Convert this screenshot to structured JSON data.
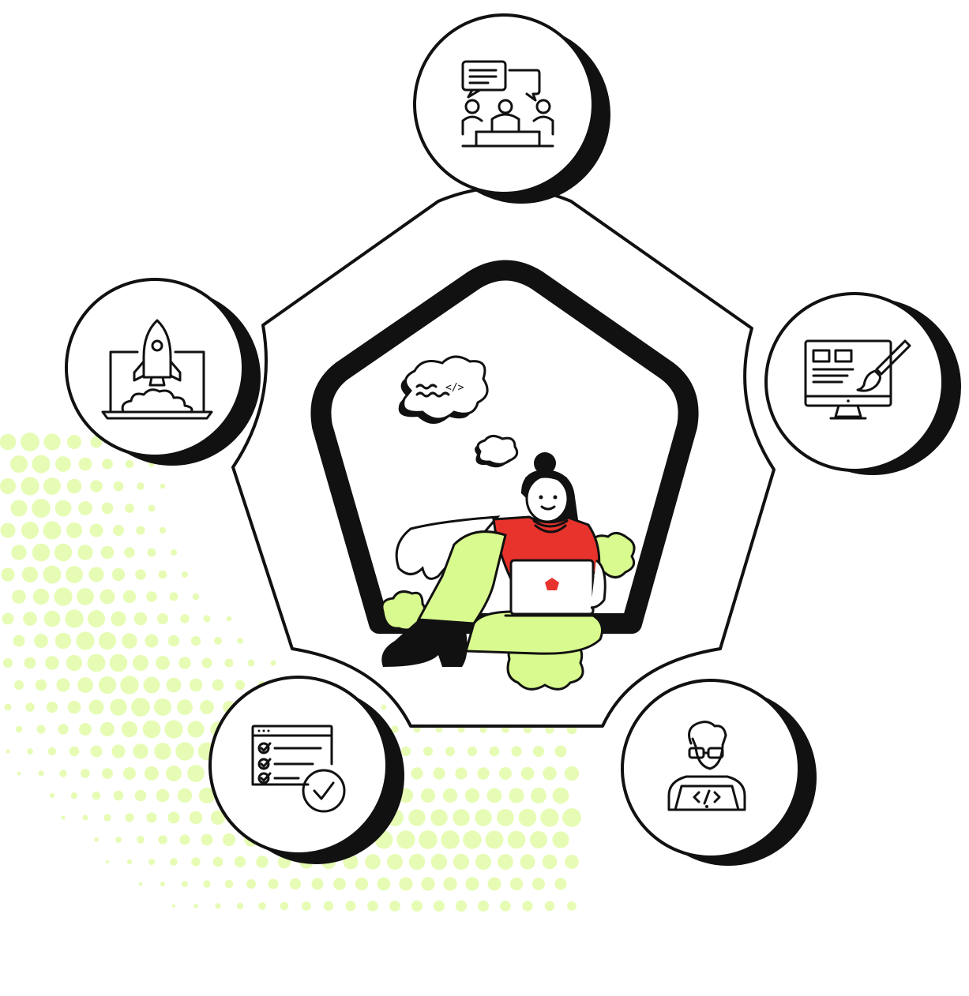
{
  "diagram": {
    "center": {
      "illustration": "woman-with-laptop",
      "thought_bubble_text": "</>",
      "laptop_logo_color": "#e8332c"
    },
    "nodes": [
      {
        "id": "top",
        "icon": "team-discussion-icon"
      },
      {
        "id": "right",
        "icon": "web-design-icon"
      },
      {
        "id": "bottom-right",
        "icon": "developer-coding-icon"
      },
      {
        "id": "bottom-left",
        "icon": "checklist-approved-icon"
      },
      {
        "id": "left",
        "icon": "product-launch-icon"
      }
    ]
  },
  "colors": {
    "accent_green": "#d9fa8e",
    "dot_green": "#e6fcb4",
    "accent_red": "#e8332c",
    "ink": "#111111"
  }
}
